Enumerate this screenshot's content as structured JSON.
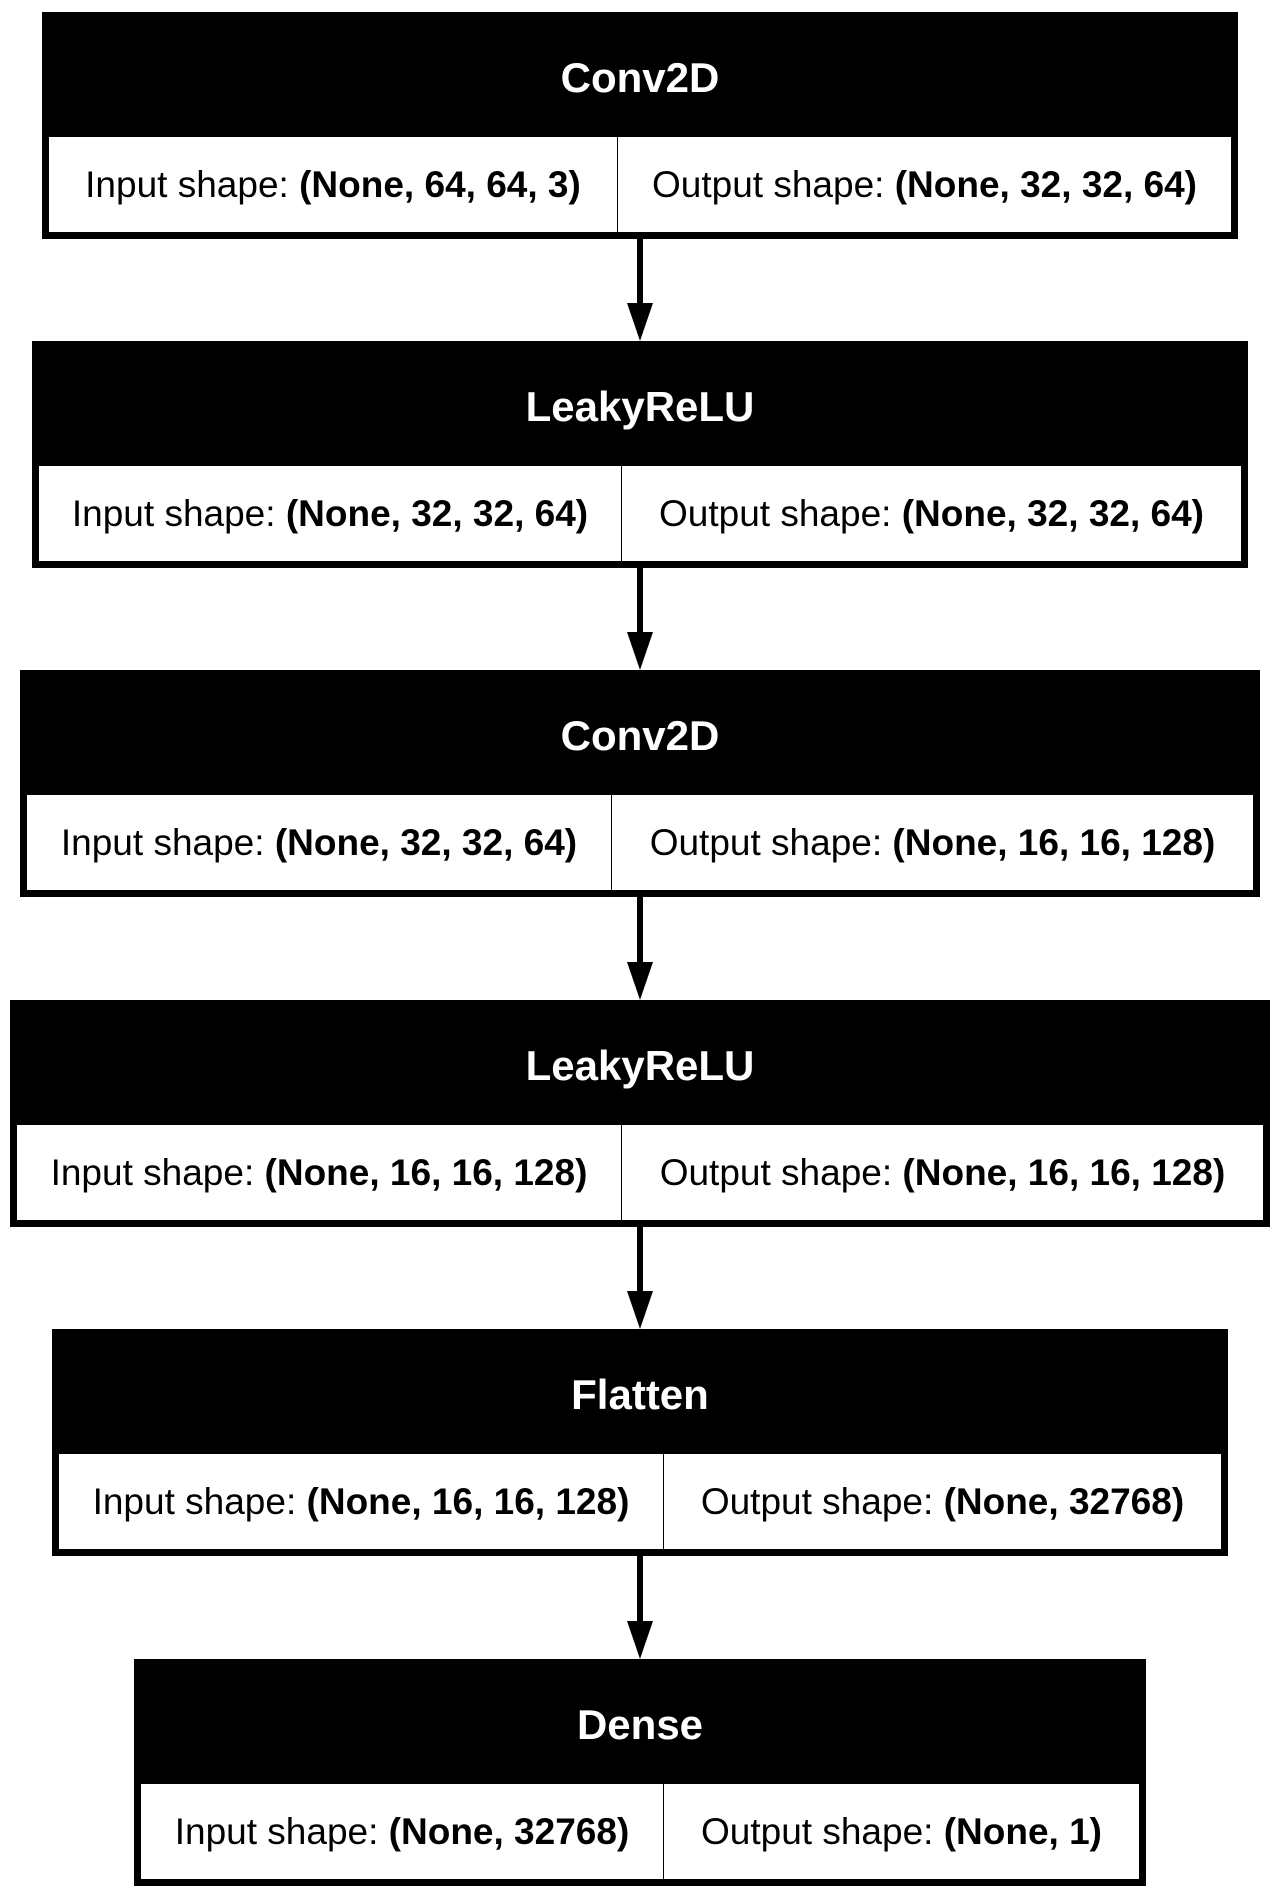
{
  "diagram": {
    "input_label": "Input shape:",
    "output_label": "Output shape:",
    "layers": [
      {
        "name": "Conv2D",
        "input_shape": "(None, 64, 64, 3)",
        "output_shape": "(None, 32, 32, 64)"
      },
      {
        "name": "LeakyReLU",
        "input_shape": "(None, 32, 32, 64)",
        "output_shape": "(None, 32, 32, 64)"
      },
      {
        "name": "Conv2D",
        "input_shape": "(None, 32, 32, 64)",
        "output_shape": "(None, 16, 16, 128)"
      },
      {
        "name": "LeakyReLU",
        "input_shape": "(None, 16, 16, 128)",
        "output_shape": "(None, 16, 16, 128)"
      },
      {
        "name": "Flatten",
        "input_shape": "(None, 16, 16, 128)",
        "output_shape": "(None, 32768)"
      },
      {
        "name": "Dense",
        "input_shape": "(None, 32768)",
        "output_shape": "(None, 1)"
      }
    ],
    "edges": [
      {
        "from": 0,
        "to": 1
      },
      {
        "from": 1,
        "to": 2
      },
      {
        "from": 2,
        "to": 3
      },
      {
        "from": 3,
        "to": 4
      },
      {
        "from": 4,
        "to": 5
      }
    ],
    "colors": {
      "header_bg": "#000000",
      "header_text": "#ffffff",
      "cell_bg": "#ffffff",
      "edge": "#000000"
    }
  }
}
